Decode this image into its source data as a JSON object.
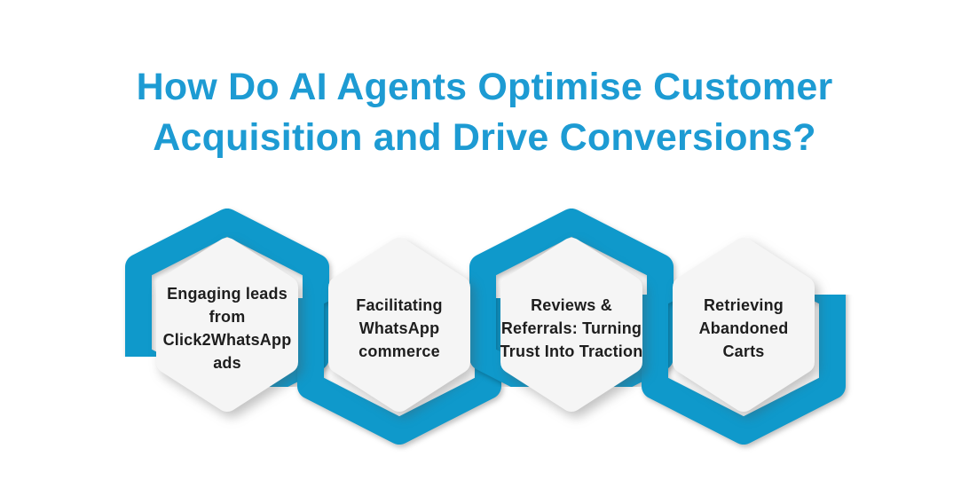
{
  "title": {
    "line1": "How Do AI Agents Optimise Customer",
    "line2": "Acquisition and Drive Conversions?"
  },
  "colors": {
    "title_text": "#1d9bd3",
    "ribbon_blue": "#0f99cb",
    "hexagon_fill": "#f5f5f5",
    "hexagon_text": "#1e1e1e",
    "background": "#ffffff"
  },
  "hexagons": [
    {
      "lines": [
        "Engaging leads",
        "from",
        "Click2WhatsApp",
        "ads"
      ]
    },
    {
      "lines": [
        "Facilitating",
        "WhatsApp",
        "commerce"
      ]
    },
    {
      "lines": [
        "Reviews &",
        "Referrals: Turning",
        "Trust Into Traction"
      ]
    },
    {
      "lines": [
        "Retrieving",
        "Abandoned",
        "Carts"
      ]
    }
  ]
}
